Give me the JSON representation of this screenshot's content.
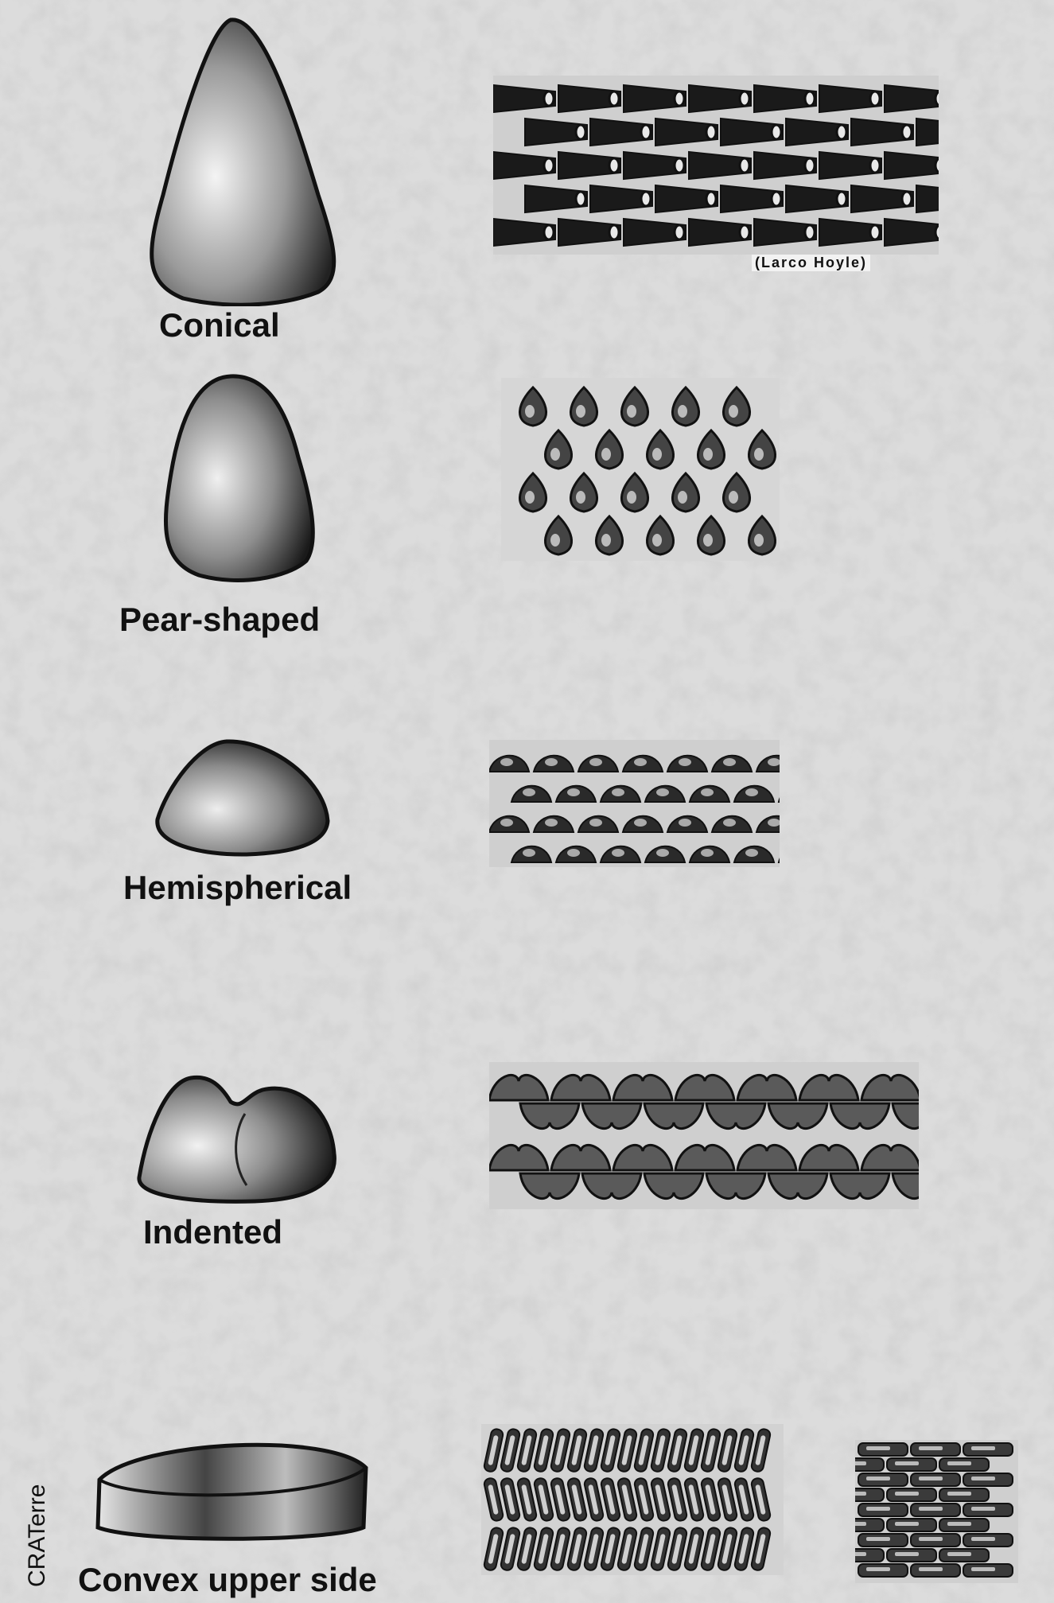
{
  "rows": [
    {
      "id": "conical",
      "label": "Conical"
    },
    {
      "id": "pear",
      "label": "Pear-shaped"
    },
    {
      "id": "hemispherical",
      "label": "Hemispherical"
    },
    {
      "id": "indented",
      "label": "Indented"
    },
    {
      "id": "convex",
      "label": "Convex upper side"
    }
  ],
  "pattern_credit": "(Larco Hoyle)",
  "side_credit": "CRATerre",
  "colors": {
    "ink": "#111111",
    "paper": "#d9d9d9",
    "highlight": "#efefef"
  }
}
